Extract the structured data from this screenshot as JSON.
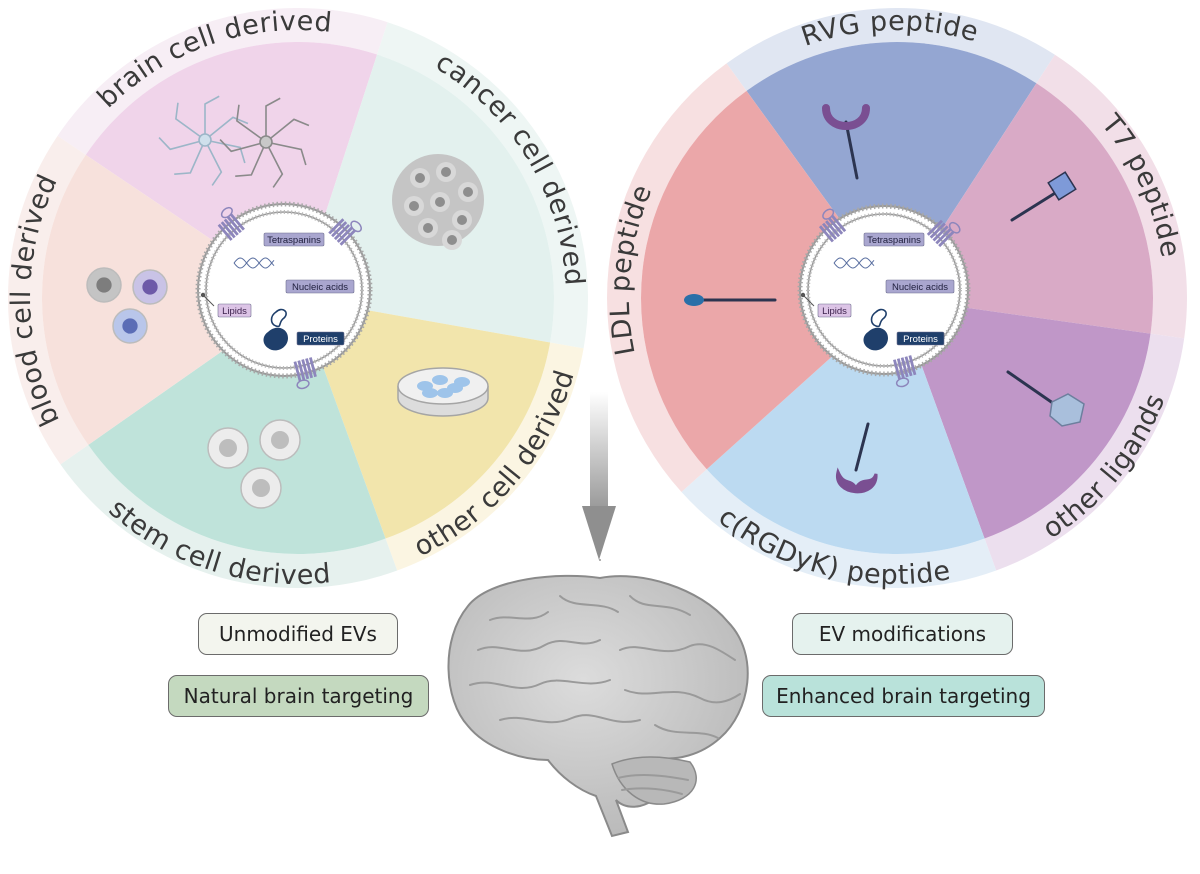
{
  "left_wheel": {
    "segments": [
      {
        "label": "brain cell derived",
        "color": "#f0d4ea",
        "ring": "#f7eef5"
      },
      {
        "label": "cancer cell derived",
        "color": "#e3f1ee",
        "ring": "#eef6f4"
      },
      {
        "label": "other cell derived",
        "color": "#f2e5ac",
        "ring": "#fbf5e2"
      },
      {
        "label": "stem cell derived",
        "color": "#bfe3da",
        "ring": "#e6f1ee"
      },
      {
        "label": "blood cell derived",
        "color": "#f7e1dc",
        "ring": "#f9eeec"
      }
    ],
    "ev": {
      "tetraspanins": "Tetraspanins",
      "nucleic_acids": "Nucleic acids",
      "lipids": "Lipids",
      "proteins": "Proteins"
    }
  },
  "right_wheel": {
    "segments": [
      {
        "label": "RVG peptide",
        "color": "#94a6d2",
        "ring": "#e0e6f2"
      },
      {
        "label": "T7 peptide",
        "color": "#d9aac6",
        "ring": "#f2dfe8"
      },
      {
        "label": "other ligands",
        "color": "#c097c8",
        "ring": "#ecdfee"
      },
      {
        "label": "c(RGDyK) peptide",
        "color": "#bcdaf1",
        "ring": "#e4eef7"
      },
      {
        "label": "LDL peptide",
        "color": "#eba7a9",
        "ring": "#f7e0e1"
      }
    ],
    "ev": {
      "tetraspanins": "Tetraspanins",
      "nucleic_acids": "Nucleic acids",
      "lipids": "Lipids",
      "proteins": "Proteins"
    }
  },
  "boxes": {
    "unmodified": "Unmodified EVs",
    "natural": "Natural brain targeting",
    "modifications": "EV modifications",
    "enhanced": "Enhanced brain targeting"
  },
  "colors": {
    "unmodified_bg": "#f3f5ee",
    "natural_bg": "#c4d9bf",
    "modifications_bg": "#e5f2ee",
    "enhanced_bg": "#b9e2da",
    "tetraspanin": "#8d86bc",
    "protein": "#1f3f6b",
    "ligand": "#7a4f92",
    "ligand_stick": "#2c3450"
  }
}
